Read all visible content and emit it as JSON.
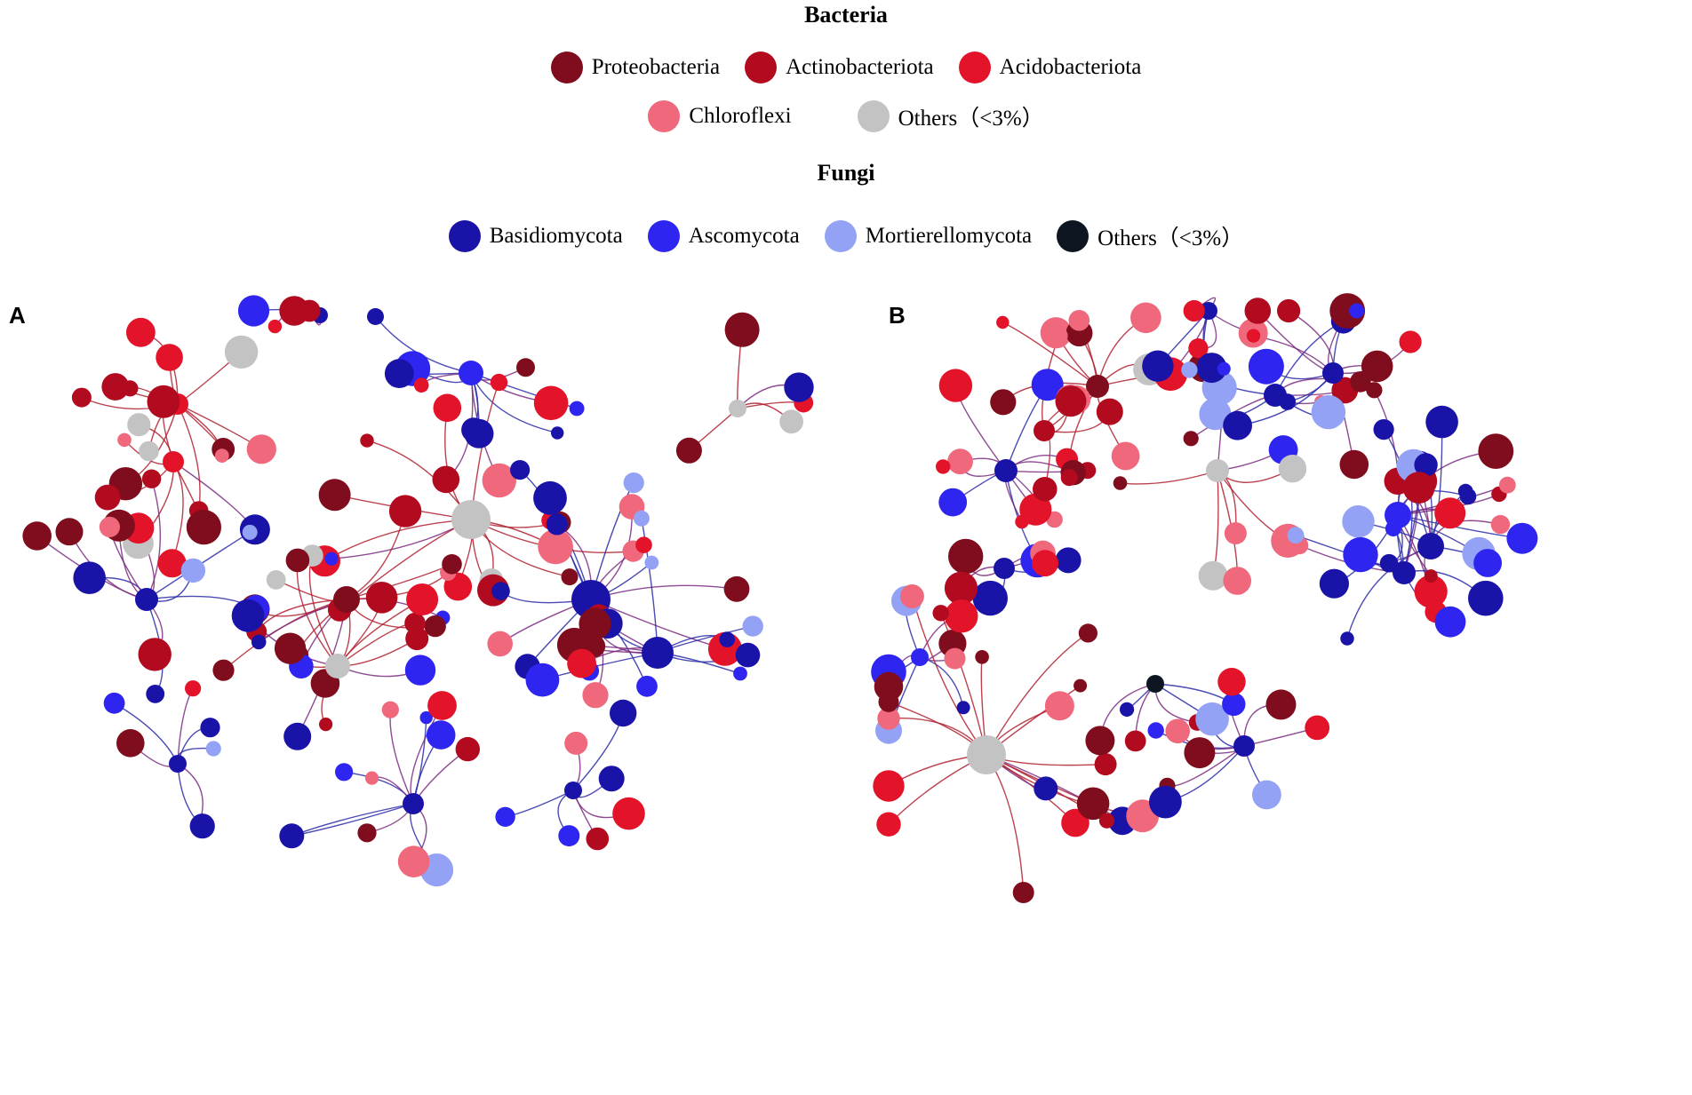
{
  "legend": {
    "bacteria_title": "Bacteria",
    "fungi_title": "Fungi",
    "bacteria": [
      {
        "label": "Proteobacteria",
        "color": "#7f0d1d"
      },
      {
        "label": "Actinobacteriota",
        "color": "#b20a1e"
      },
      {
        "label": "Acidobacteriota",
        "color": "#e3132a"
      },
      {
        "label": "Chloroflexi",
        "color": "#f0687c"
      },
      {
        "label": "Others（<3%）",
        "color": "#c3c3c3"
      }
    ],
    "fungi": [
      {
        "label": "Basidiomycota",
        "color": "#1a13a8"
      },
      {
        "label": "Ascomycota",
        "color": "#2e26f0"
      },
      {
        "label": "Mortierellomycota",
        "color": "#93a2f4"
      },
      {
        "label": "Others（<3%）",
        "color": "#0c1520"
      }
    ]
  },
  "panels": [
    {
      "label": "A"
    },
    {
      "label": "B"
    }
  ],
  "colors": {
    "bacteria_edge": "#b02030",
    "fungi_edge": "#2a2aa8",
    "mixed_edge": "#7a2a80"
  }
}
